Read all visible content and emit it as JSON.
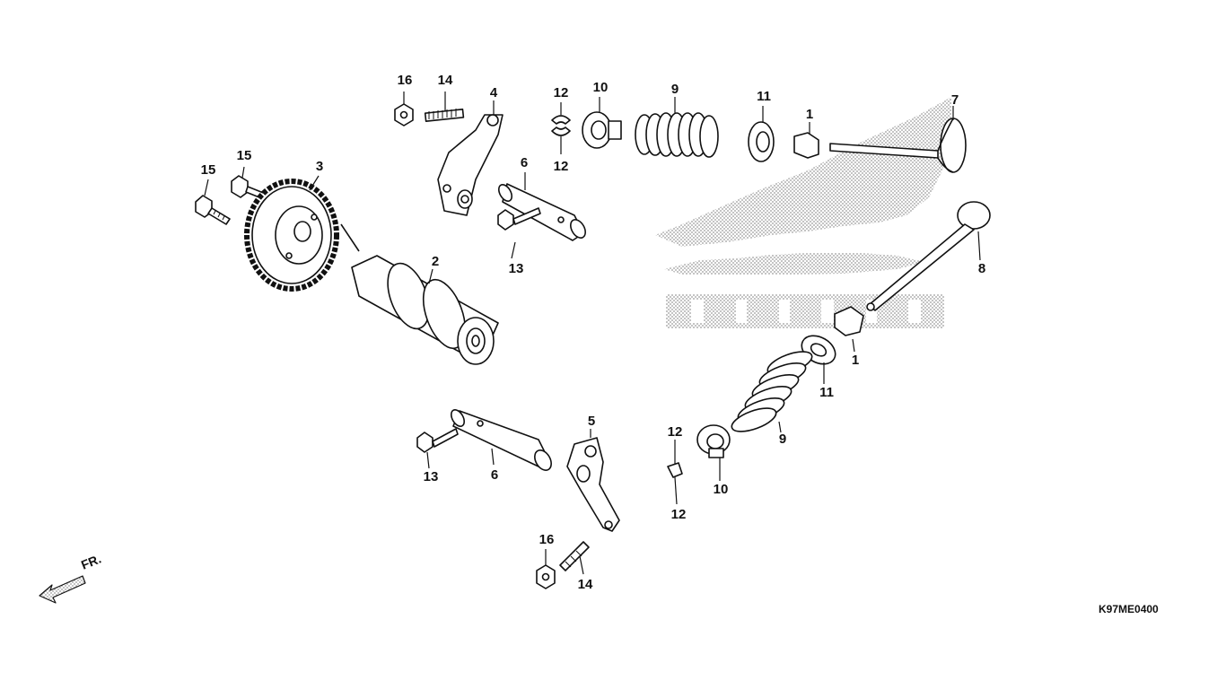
{
  "diagram": {
    "drawing_code": "K97ME0400",
    "direction_mark": "FR.",
    "callouts": [
      "1",
      "1",
      "2",
      "3",
      "4",
      "5",
      "6",
      "6",
      "7",
      "8",
      "9",
      "9",
      "10",
      "10",
      "11",
      "11",
      "12",
      "12",
      "12",
      "12",
      "13",
      "13",
      "14",
      "14",
      "15",
      "15",
      "16",
      "16"
    ]
  },
  "colors": {
    "line": "#111111",
    "part_fill": "#ffffff",
    "dot_pattern": "#9a9a9a"
  },
  "icons": [
    "front-direction-arrow-icon"
  ]
}
